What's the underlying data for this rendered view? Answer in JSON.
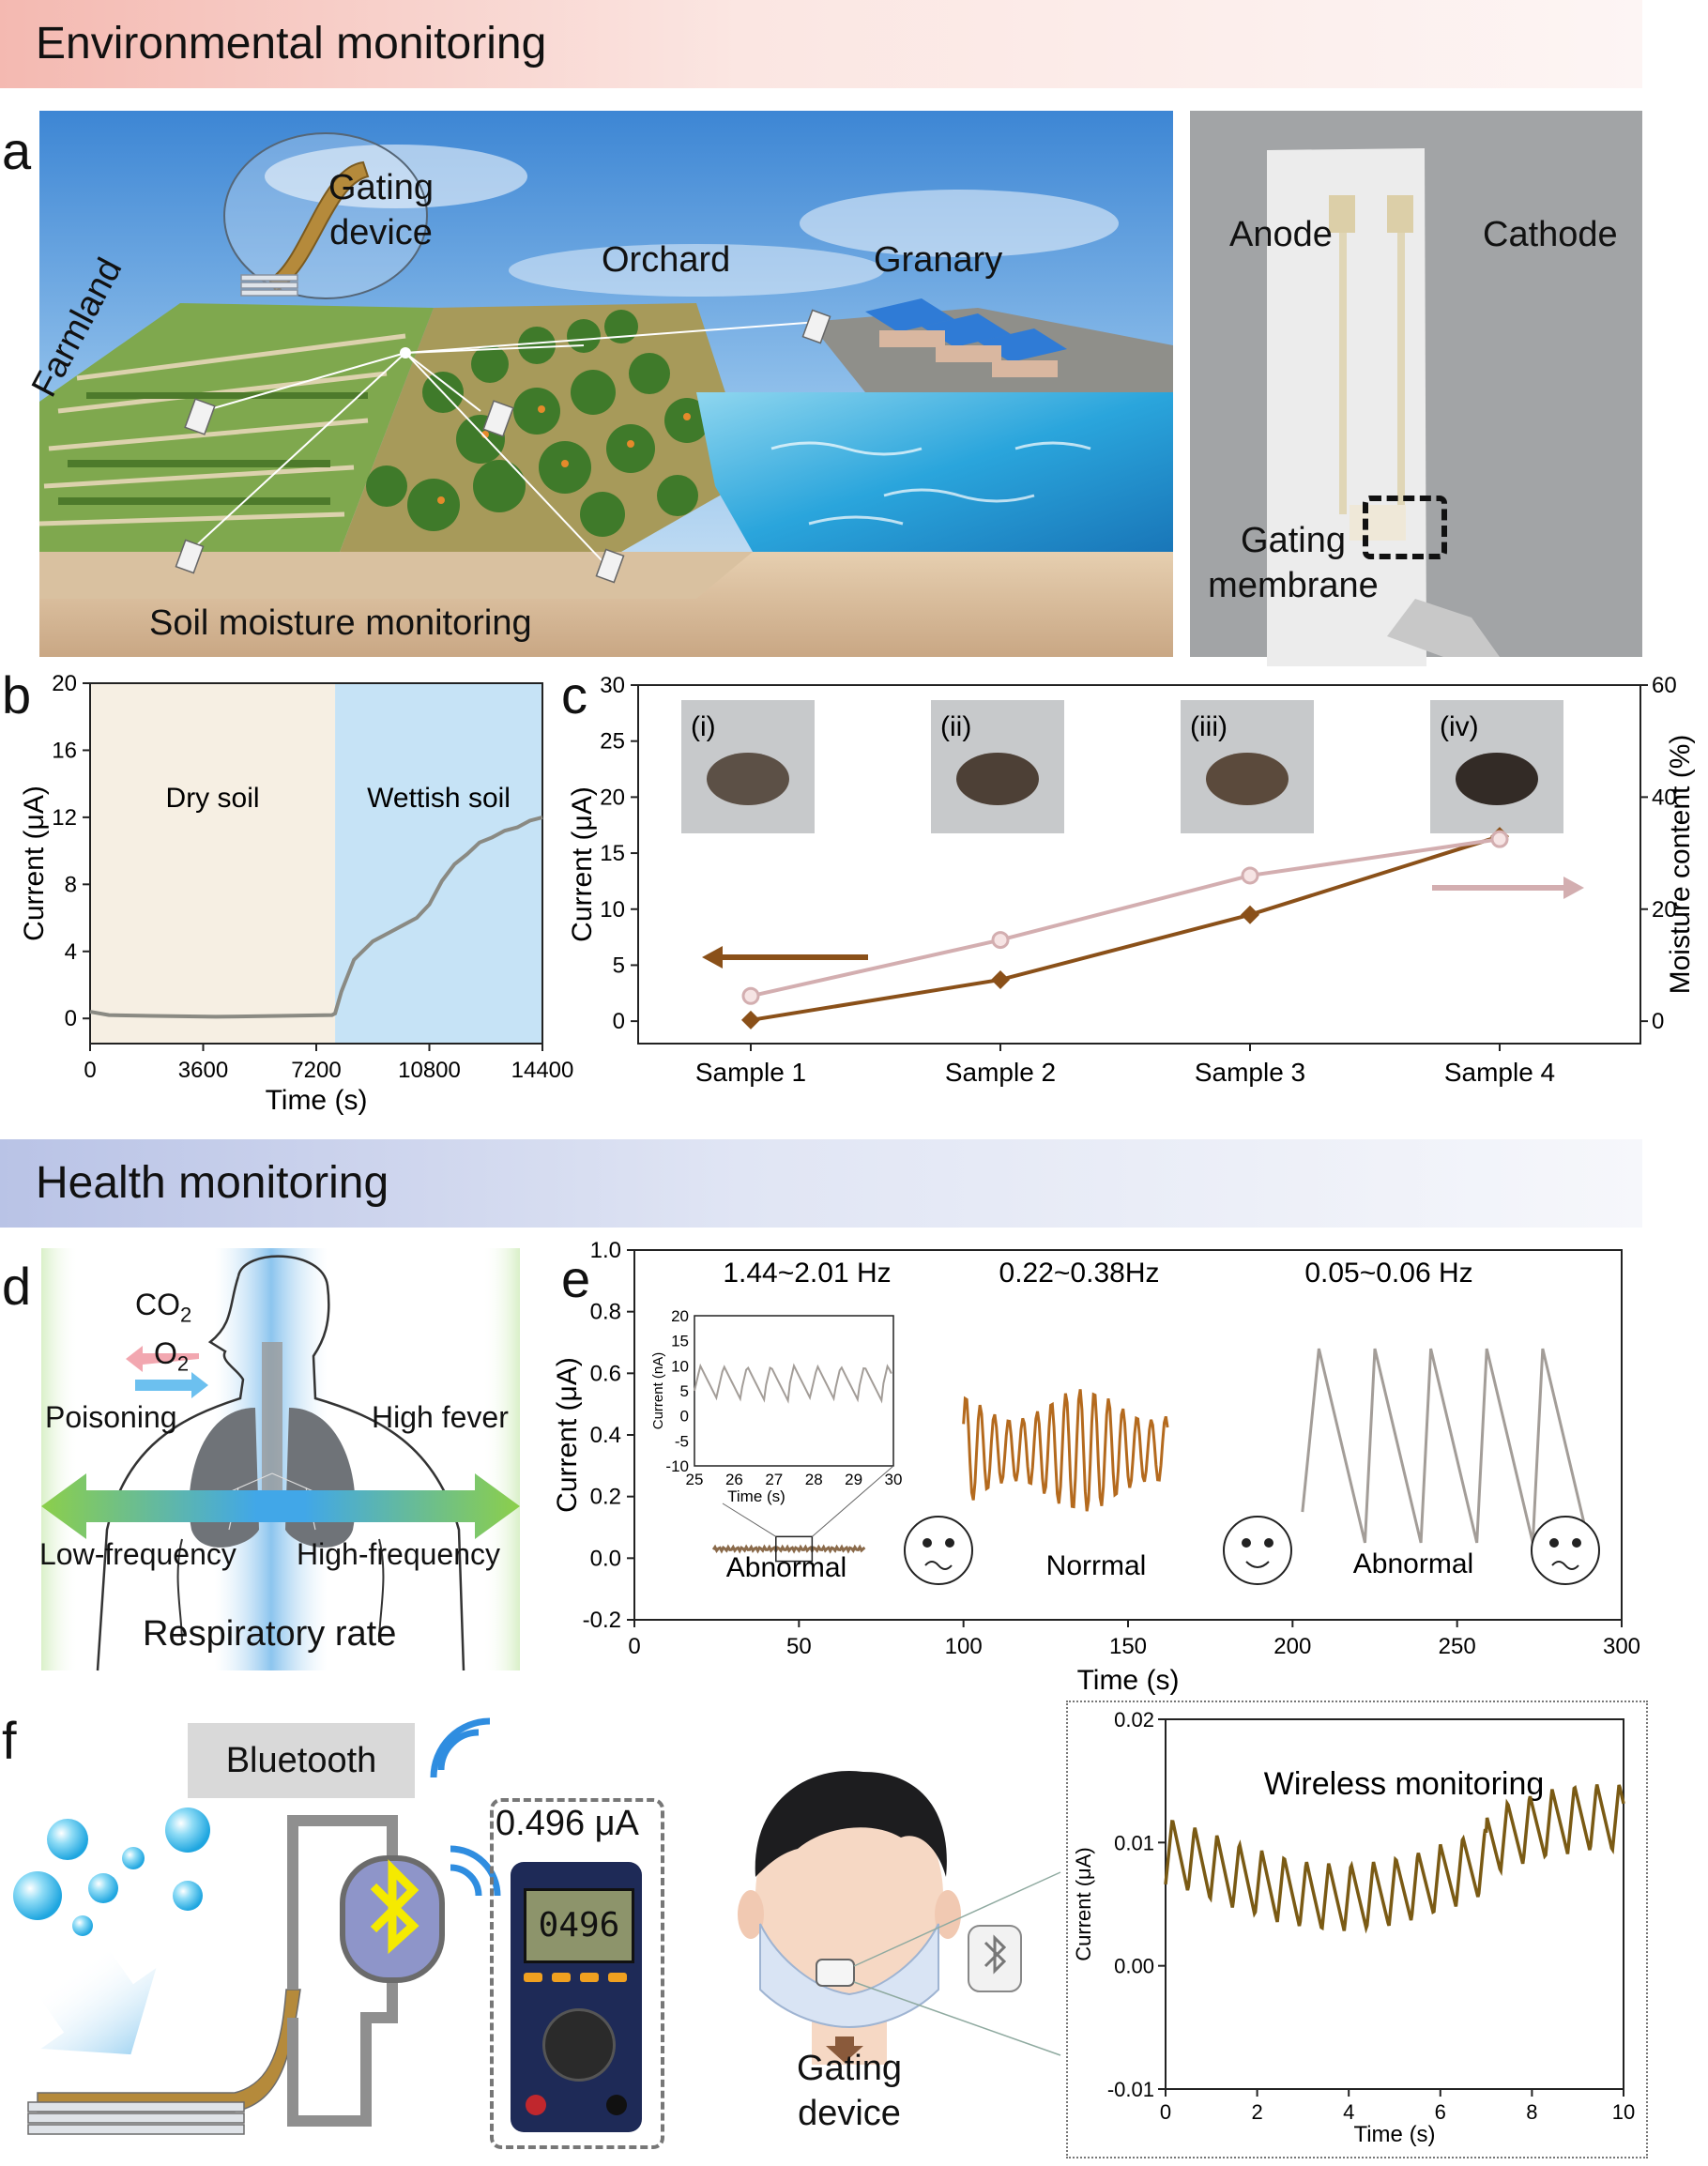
{
  "sections": {
    "environmental": "Environmental monitoring",
    "health": "Health monitoring"
  },
  "panel_letters": {
    "a": "a",
    "b": "b",
    "c": "c",
    "d": "d",
    "e": "e",
    "f": "f"
  },
  "panel_a": {
    "gating_device": [
      "Gating",
      "device"
    ],
    "orchard": "Orchard",
    "granary": "Granary",
    "farmland": "Farmland",
    "soil_moisture": "Soil moisture monitoring",
    "anode": "Anode",
    "cathode": "Cathode",
    "gating_membrane": [
      "Gating",
      "membrane"
    ]
  },
  "panel_d": {
    "co2": "CO",
    "co2_sub": "2",
    "o2": "O",
    "o2_sub": "2",
    "poisoning": "Poisoning",
    "high_fever": "High fever",
    "low_frequency": "Low-frequency",
    "high_frequency": "High-frequency",
    "respiratory_rate": "Respiratory rate"
  },
  "panel_f": {
    "bluetooth": "Bluetooth",
    "reading": "0.496 μA",
    "meter_display": "0496",
    "gating_device": [
      "Gating",
      "device"
    ]
  },
  "chart_data": [
    {
      "id": "b",
      "type": "line",
      "xlabel": "Time (s)",
      "ylabel": "Current (μA)",
      "xlim": [
        0,
        14400
      ],
      "ylim": [
        -1.5,
        20
      ],
      "xticks": [
        0,
        3600,
        7200,
        10800,
        14400
      ],
      "yticks": [
        0,
        4,
        8,
        12,
        16,
        20
      ],
      "regions": [
        {
          "label": "Dry soil",
          "from": 0,
          "to": 7800,
          "color": "#f6efe3"
        },
        {
          "label": "Wettish soil",
          "from": 7800,
          "to": 14400,
          "color": "#c6e3f6"
        }
      ],
      "series": [
        {
          "color": "#8a8a83",
          "x": [
            0,
            600,
            2000,
            4000,
            6000,
            7700,
            7800,
            8000,
            8400,
            9000,
            9600,
            10000,
            10400,
            10800,
            11200,
            11600,
            12000,
            12400,
            12800,
            13200,
            13600,
            14000,
            14400
          ],
          "y": [
            0.4,
            0.2,
            0.15,
            0.1,
            0.15,
            0.2,
            0.3,
            1.6,
            3.5,
            4.6,
            5.2,
            5.6,
            6.0,
            6.8,
            8.2,
            9.2,
            9.8,
            10.5,
            10.8,
            11.2,
            11.4,
            11.8,
            12.0
          ]
        }
      ]
    },
    {
      "id": "c",
      "type": "line",
      "categories": [
        "Sample 1",
        "Sample 2",
        "Sample 3",
        "Sample 4"
      ],
      "ylabel": "Current (μA)",
      "y2label": "Moisture content (%)",
      "ylim": [
        -2,
        30
      ],
      "y2lim": [
        -4,
        60
      ],
      "yticks": [
        0,
        5,
        10,
        15,
        20,
        25,
        30
      ],
      "y2ticks": [
        0,
        20,
        40,
        60
      ],
      "photo_labels": [
        "(i)",
        "(ii)",
        "(iii)",
        "(iv)"
      ],
      "series": [
        {
          "axis": "left",
          "color": "#8a5019",
          "marker": "diamond",
          "values": [
            0.1,
            3.7,
            9.5,
            16.5
          ]
        },
        {
          "axis": "right",
          "color": "#d3aeb0",
          "marker": "circle",
          "values": [
            4.5,
            14.5,
            26.0,
            32.5
          ]
        }
      ]
    },
    {
      "id": "e",
      "type": "line",
      "xlabel": "Time (s)",
      "ylabel": "Current (μA)",
      "xlim": [
        0,
        300
      ],
      "ylim": [
        -0.2,
        1.0
      ],
      "xticks": [
        0,
        50,
        100,
        150,
        200,
        250,
        300
      ],
      "yticks": [
        -0.2,
        0.0,
        0.2,
        0.4,
        0.6,
        0.8,
        1.0
      ],
      "annotations": [
        "1.44~2.01 Hz",
        "0.22~0.38Hz",
        "0.05~0.06 Hz",
        "Abnormal",
        "Norrmal",
        "Abnormal"
      ],
      "inset": {
        "xlabel": "Time (s)",
        "ylabel": "Current (nA)",
        "xlim": [
          25,
          30
        ],
        "ylim": [
          -10,
          20
        ],
        "xticks": [
          25,
          26,
          27,
          28,
          29,
          30
        ],
        "yticks": [
          -10,
          -5,
          0,
          5,
          10,
          15,
          20
        ]
      }
    },
    {
      "id": "f",
      "type": "line",
      "title": "Wireless monitoring",
      "xlabel": "Time (s)",
      "ylabel": "Current (μA)",
      "xlim": [
        0,
        10
      ],
      "ylim": [
        -0.01,
        0.02
      ],
      "xticks": [
        0,
        2,
        4,
        6,
        8,
        10
      ],
      "yticks": [
        -0.01,
        0.0,
        0.01,
        0.02
      ],
      "xtick_labels": [
        "0",
        "2",
        "4",
        "6",
        "8",
        "10"
      ],
      "ytick_labels": [
        "-0.01",
        "0.00",
        "0.01",
        "0.02"
      ]
    }
  ]
}
